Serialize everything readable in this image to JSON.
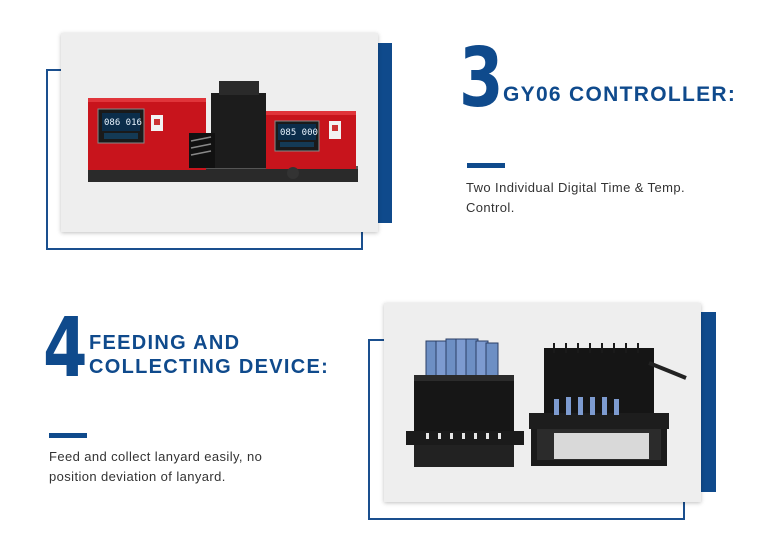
{
  "section3": {
    "number": "3",
    "title": "GY06 CONTROLLER:",
    "description_line1": "Two Individual Digital Time & Temp.",
    "description_line2": "Control.",
    "display_left_top": "086 016",
    "display_right_top": "085 000",
    "colors": {
      "accent": "#0f4a8c",
      "machine_red": "#c8141c"
    }
  },
  "section4": {
    "number": "4",
    "title_line1": "FEEDING AND",
    "title_line2": "COLLECTING DEVICE:",
    "description_line1": "Feed and collect lanyard easily, no",
    "description_line2": "position deviation of lanyard."
  }
}
